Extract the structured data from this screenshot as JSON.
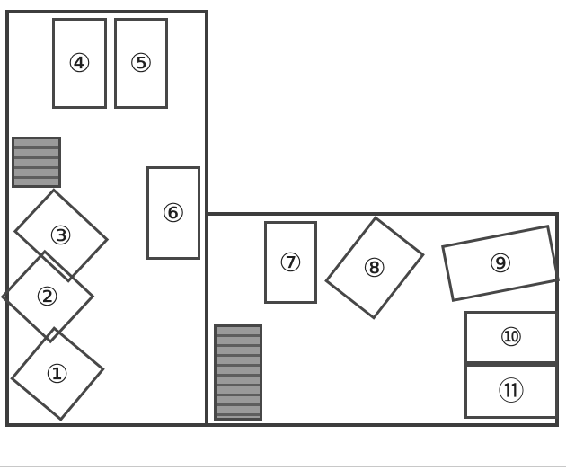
{
  "diagram": {
    "kind": "floor-plan",
    "rooms": [
      {
        "name": "left room"
      },
      {
        "name": "right room"
      }
    ],
    "units": [
      {
        "id": 1,
        "label": "①"
      },
      {
        "id": 2,
        "label": "②"
      },
      {
        "id": 3,
        "label": "③"
      },
      {
        "id": 4,
        "label": "④"
      },
      {
        "id": 5,
        "label": "⑤"
      },
      {
        "id": 6,
        "label": "⑥"
      },
      {
        "id": 7,
        "label": "⑦"
      },
      {
        "id": 8,
        "label": "⑧"
      },
      {
        "id": 9,
        "label": "⑨"
      },
      {
        "id": 10,
        "label": "⑩"
      },
      {
        "id": 11,
        "label": "⑪"
      }
    ],
    "fixtures": [
      {
        "name": "hatched block upper-left"
      },
      {
        "name": "hatched block lower-middle"
      }
    ],
    "colors": {
      "wall": "#3d3d3d",
      "unit_border": "#474747",
      "hatch_fill": "#9a9a9a",
      "hatch_line": "#5e5e5e",
      "label": "#1f1f1f",
      "scan_edge": "#c8c8c8"
    }
  }
}
